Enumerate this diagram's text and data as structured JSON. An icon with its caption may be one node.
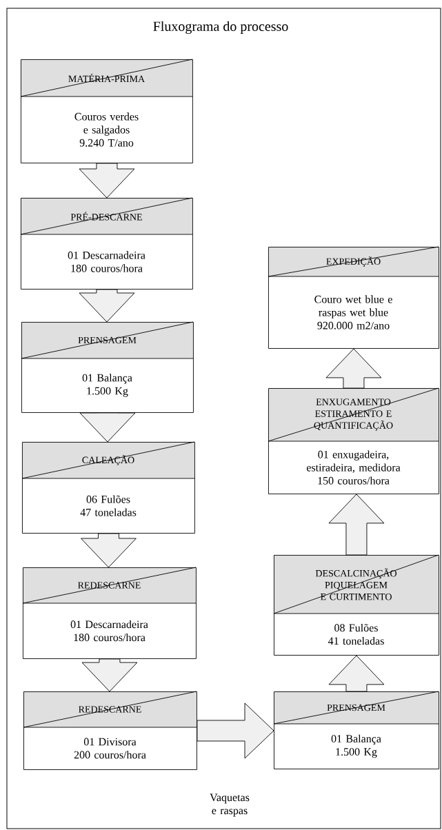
{
  "diagram": {
    "title": "Fluxograma do processo",
    "nodes": [
      {
        "text": [
          "MATÉRIA-PRIMA",
          "Couros verdes e salgados 9.240 T/ano"
        ]
      },
      {
        "text": [
          "PRÉ-DESCARNE",
          "01 Descarnadeira 180 couros/hora"
        ]
      },
      {
        "text": [
          "PRENSAGEM",
          "01 Balança 1.500 Kg"
        ]
      },
      {
        "text": [
          "CALEAÇÃO",
          "06 Fulões 47 toneladas"
        ]
      },
      {
        "text": [
          "REDESCARNE",
          "01 Descarnadeira 180 couros/hora"
        ]
      },
      {
        "text": [
          "REDESCARNE",
          "01 Divisora 200 couros/hora"
        ]
      },
      {
        "text": [
          "PRENSAGEM",
          "01 Balança 1.500 Kg"
        ]
      },
      {
        "text": [
          "DESCALCINAÇÃO PIQUELAGEM E CURTIMENTO",
          "08 Fulões 41 toneladas"
        ]
      },
      {
        "text": [
          "ENXUGAMENTO ESTIRAMENTO E QUANTIFICAÇÃO",
          "01 enxugadeira, estiradeira, medidora 150 couros/hora"
        ]
      },
      {
        "text": [
          "EXPEDIÇÃO",
          "Couro wet blue e raspas wet blue 920.000 m2/ano"
        ]
      }
    ],
    "edges": [
      {
        "from": 0,
        "to": 1,
        "arrow": "to"
      },
      {
        "from": 1,
        "to": 2,
        "arrow": "to"
      },
      {
        "from": 2,
        "to": 3,
        "arrow": "to"
      },
      {
        "from": 3,
        "to": 4,
        "arrow": "to"
      },
      {
        "from": 4,
        "to": 5,
        "arrow": "to"
      },
      {
        "from": 5,
        "to": 6,
        "arrow": "to"
      },
      {
        "from": 6,
        "to": 7,
        "arrow": "to"
      },
      {
        "from": 7,
        "to": 8,
        "arrow": "to"
      },
      {
        "from": 8,
        "to": 9,
        "arrow": "to"
      }
    ],
    "labels": [
      "Vaquetas e raspas"
    ]
  }
}
